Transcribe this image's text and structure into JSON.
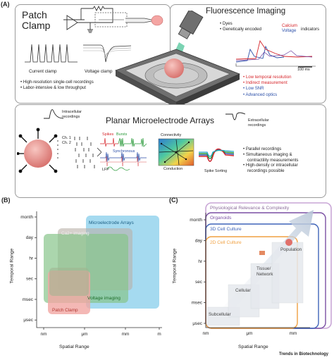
{
  "panels": {
    "a": "(A)",
    "b": "(B)",
    "c": "(C)"
  },
  "patch_clamp": {
    "title_line1": "Patch",
    "title_line2": "Clamp",
    "current_clamp": "Current clamp",
    "voltage_clamp": "Voltage clamp",
    "bullets": [
      "High-resolution single-cell recordings",
      "Labor-intensive & low throughput"
    ]
  },
  "fluorescence": {
    "title": "Fluorescence Imaging",
    "dyes": "Dyes",
    "indicators_prefix": "Genetically encoded",
    "calcium": "Calcium",
    "voltage": "Voltage",
    "indicators_suffix": "indicators",
    "scale": "100 ms",
    "cons": [
      {
        "text": "Low temporal resolution",
        "color": "#d6262b"
      },
      {
        "text": "Indirect measurement",
        "color": "#d6262b"
      },
      {
        "text": "Low SNR",
        "color": "#2b4fa8"
      },
      {
        "text": "Advanced optics",
        "color": "#2b4fa8"
      }
    ]
  },
  "mea": {
    "title": "Planar Microelectrode Arrays",
    "intracellular": [
      "Intracellular",
      "recordings"
    ],
    "extracellular": [
      "Extracellular",
      "recordings"
    ],
    "ch1": "Ch. 1",
    "ch2": "Ch. 2",
    "spikes": "Spikes",
    "bursts": "Bursts",
    "synchronous": "Synchronous",
    "lfp": "LFP",
    "connectivity": "Connectivity",
    "conduction": "Conduction",
    "spike_sorting": "Spike Sorting",
    "bullets": [
      "Parallel recordings",
      "Simultaneous imaging &",
      "contractility measurements",
      "High-density or intracellular",
      "recordings possible"
    ]
  },
  "panel_b": {
    "y_title": "Temporal Range",
    "x_title": "Spatial Range",
    "y_ticks": [
      "month",
      "day",
      "hr",
      "sec",
      "msec",
      "μsec"
    ],
    "x_ticks": [
      "nm",
      "μm",
      "mm",
      "m"
    ],
    "regions": {
      "mea": "Microelectrode Arrays",
      "ca2": "Ca2+ imaging",
      "voltage": "Voltage imaging",
      "patch": "Patch Clamp"
    },
    "colors": {
      "mea": "#7fcbea",
      "ca2": "#b9b1a8",
      "voltage": "#88c58a",
      "patch": "#f1a6a2"
    }
  },
  "panel_c": {
    "y_title": "Temporal Range",
    "x_title": "Spatial Range",
    "y_ticks": [
      "month",
      "day",
      "hr",
      "sec",
      "msec",
      "μsec"
    ],
    "x_ticks": [
      "nm",
      "μm",
      "mm"
    ],
    "physio": "Physiological Relevance & Complexity",
    "organoids": "Organoids",
    "culture3d": "3D Cell Culture",
    "culture2d": "2D Cell Culture",
    "levels": [
      "Subcellular",
      "Cellular",
      "Tissue/",
      "Network",
      "Population"
    ],
    "colors": {
      "organoids": "#7a4fa3",
      "culture3d": "#3f63b8",
      "culture2d": "#f0a040",
      "physio": "#c9a6d6"
    }
  },
  "footer": "Trends in Biotechnology"
}
